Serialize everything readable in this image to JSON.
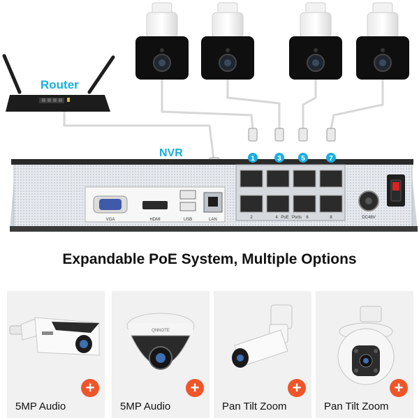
{
  "labels": {
    "router": "Router",
    "nvr": "NVR"
  },
  "nvr_panel": {
    "vga": "VGA",
    "hdmi": "HDMI",
    "usb": "USB",
    "lan": "LAN",
    "poe": "PoE",
    "ports": "Ports",
    "dc": "DC48V",
    "port_top_numbers": [
      "1",
      "3",
      "5",
      "7"
    ],
    "port_bottom_numbers": [
      "2",
      "4",
      "6",
      "8"
    ]
  },
  "headline": "Expandable PoE System, Multiple Options",
  "options": [
    {
      "label": "5MP Audio",
      "plus": "+"
    },
    {
      "label": "5MP Audio",
      "plus": "+"
    },
    {
      "label": "Pan Tilt Zoom",
      "plus": "+"
    },
    {
      "label": "Pan Tilt Zoom",
      "plus": "+"
    }
  ],
  "colors": {
    "accent": "#19aee0",
    "plus_button": "#f0552a",
    "nvr_body": "#dfe3e8",
    "tile_bg": "#f1f1f1"
  }
}
